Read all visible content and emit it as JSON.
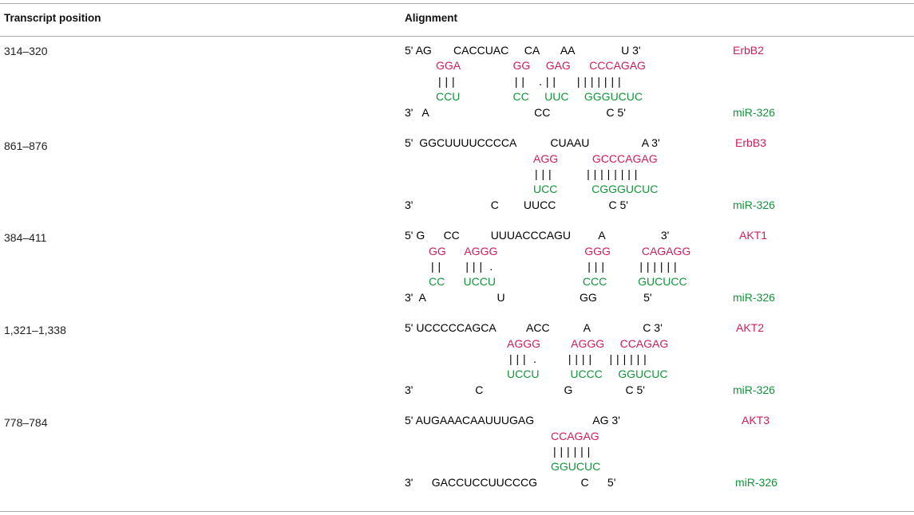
{
  "table": {
    "headers": {
      "position": "Transcript position",
      "alignment": "Alignment"
    },
    "colors": {
      "target": "#d01c5b",
      "mirna": "#13963a",
      "text": "#000000",
      "rule": "#a9a9a9"
    },
    "rows": [
      {
        "position": "314–320",
        "gene": "ErbB2",
        "mirna": "miR-326",
        "lines": [
          {
            "name": "target-unpaired",
            "color": "k",
            "text": "5' AG       CACCUAC     CA       AA               U 3'"
          },
          {
            "name": "target-paired",
            "color": "r",
            "text": "GGA                 GG     GAG      CCCAGAG"
          },
          {
            "name": "pairing-bars",
            "color": "b",
            "text": "| | |                 | |    . | |      | | | | | | |"
          },
          {
            "name": "mirna-paired",
            "color": "g",
            "text": "CCU                 CC     UUC     GGGUCUC"
          },
          {
            "name": "mirna-unpaired",
            "color": "k",
            "text": "3'   A                                  CC                  C 5'"
          }
        ]
      },
      {
        "position": "861–876",
        "gene": "ErbB3",
        "mirna": "miR-326",
        "lines": [
          {
            "name": "target-unpaired",
            "color": "k",
            "text": "5'  GGCUUUUCCCCA           CUAAU                 A 3'"
          },
          {
            "name": "target-paired",
            "color": "r",
            "text": "AGG           GCCCAGAG"
          },
          {
            "name": "pairing-bars",
            "color": "b",
            "text": "| | |          | | | | | | | |"
          },
          {
            "name": "mirna-paired",
            "color": "g",
            "text": "UCC           CGGGUCUC"
          },
          {
            "name": "mirna-unpaired",
            "color": "k",
            "text": "3'                         C        UUCC                 C 5'"
          }
        ]
      },
      {
        "position": "384–411",
        "gene": "AKT1",
        "mirna": "miR-326",
        "lines": [
          {
            "name": "target-unpaired",
            "color": "k",
            "text": "5' G      CC          UUUACCCAGU         A                  3'"
          },
          {
            "name": "target-paired",
            "color": "r",
            "text": "GG      AGGG                            GGG          CAGAGG"
          },
          {
            "name": "pairing-bars",
            "color": "b",
            "text": "| |       | | |  .                           | | |          | | | | | |"
          },
          {
            "name": "mirna-paired",
            "color": "g",
            "text": "CC      UCCU                            CCC          GUCUCC"
          },
          {
            "name": "mirna-unpaired",
            "color": "k",
            "text": "3'  A                       U                        GG               5'"
          }
        ]
      },
      {
        "position": "1,321–1,338",
        "gene": "AKT2",
        "mirna": "miR-326",
        "lines": [
          {
            "name": "target-unpaired",
            "color": "k",
            "text": "5' UCCCCCAGCA          ACC           A                 C 3'"
          },
          {
            "name": "target-paired",
            "color": "r",
            "text": "AGGG          AGGG     CCAGAG"
          },
          {
            "name": "pairing-bars",
            "color": "b",
            "text": "| | |  .         | | | |     | | | | | |"
          },
          {
            "name": "mirna-paired",
            "color": "g",
            "text": "UCCU          UCCC     GGUCUC"
          },
          {
            "name": "mirna-unpaired",
            "color": "k",
            "text": "3'                    C                          G                 C 5'"
          }
        ]
      },
      {
        "position": "778–784",
        "gene": "AKT3",
        "mirna": "miR-326",
        "lines": [
          {
            "name": "target-unpaired",
            "color": "k",
            "text": "5' AUGAAACAAUUUGAG                   AG 3'"
          },
          {
            "name": "target-paired",
            "color": "r",
            "text": "CCAGAG"
          },
          {
            "name": "pairing-bars",
            "color": "b",
            "text": "| | | | | |"
          },
          {
            "name": "mirna-paired",
            "color": "g",
            "text": "GGUCUC"
          },
          {
            "name": "mirna-unpaired",
            "color": "k",
            "text": "3'      GACCUCCUUCCCG              C      5'"
          }
        ]
      }
    ]
  }
}
